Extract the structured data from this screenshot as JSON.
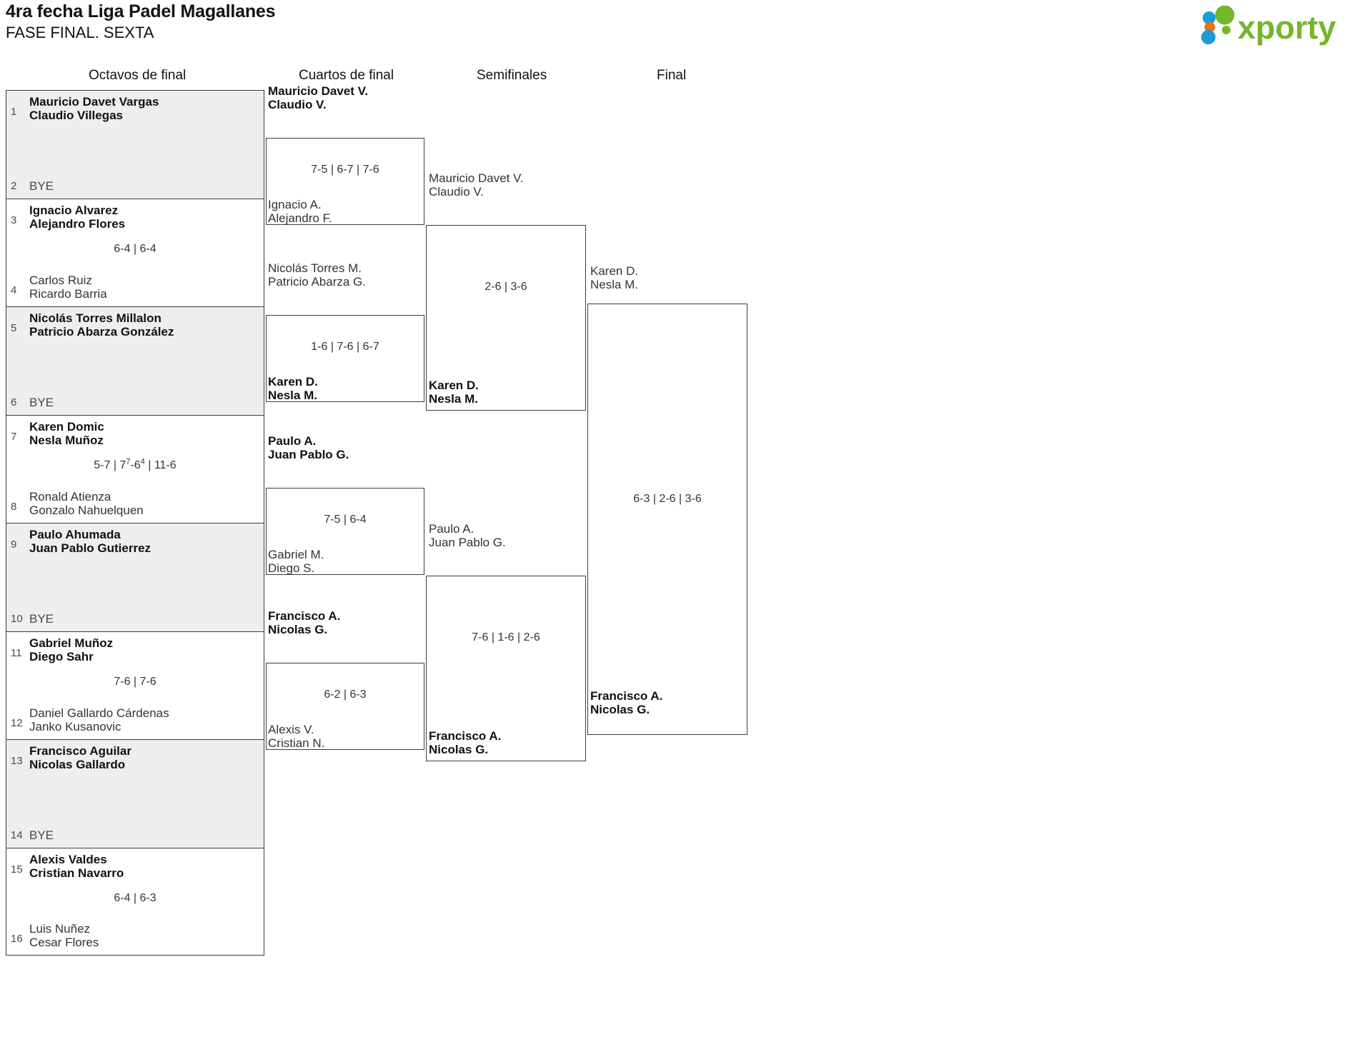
{
  "header": {
    "title": "4ra fecha Liga Padel Magallanes",
    "subtitle": "FASE FINAL. SEXTA",
    "logo_text": "xporty",
    "logo_colors": {
      "blue": "#1b9bd8",
      "orange": "#e87411",
      "green": "#73b72b"
    }
  },
  "rounds": [
    {
      "key": "r16",
      "label": "Octavos de final"
    },
    {
      "key": "qf",
      "label": "Cuartos de final"
    },
    {
      "key": "sf",
      "label": "Semifinales"
    },
    {
      "key": "f",
      "label": "Final"
    }
  ],
  "bracket": {
    "round_of_16": [
      {
        "seed_top": "1",
        "top_line1": "Mauricio Davet Vargas",
        "top_line2": "Claudio Villegas",
        "top_winner": true,
        "seed_bottom": "2",
        "bottom_line1": "BYE",
        "bottom_line2": "",
        "bottom_winner": false,
        "bye": true,
        "score": ""
      },
      {
        "seed_top": "3",
        "top_line1": "Ignacio Alvarez",
        "top_line2": "Alejandro Flores",
        "top_winner": true,
        "seed_bottom": "4",
        "bottom_line1": "Carlos Ruiz",
        "bottom_line2": "Ricardo Barria",
        "bottom_winner": false,
        "bye": false,
        "score": "6-4 | 6-4"
      },
      {
        "seed_top": "5",
        "top_line1": "Nicolás Torres Millalon",
        "top_line2": "Patricio Abarza González",
        "top_winner": true,
        "seed_bottom": "6",
        "bottom_line1": "BYE",
        "bottom_line2": "",
        "bottom_winner": false,
        "bye": true,
        "score": ""
      },
      {
        "seed_top": "7",
        "top_line1": "Karen Domic",
        "top_line2": "Nesla Muñoz",
        "top_winner": true,
        "seed_bottom": "8",
        "bottom_line1": "Ronald Atienza",
        "bottom_line2": "Gonzalo Nahuelquen",
        "bottom_winner": false,
        "bye": false,
        "score_html": "5-7 | 7<sup>7</sup>-6<sup>4</sup> | 11-6"
      },
      {
        "seed_top": "9",
        "top_line1": "Paulo Ahumada",
        "top_line2": "Juan Pablo Gutierrez",
        "top_winner": true,
        "seed_bottom": "10",
        "bottom_line1": "BYE",
        "bottom_line2": "",
        "bottom_winner": false,
        "bye": true,
        "score": ""
      },
      {
        "seed_top": "11",
        "top_line1": "Gabriel Muñoz",
        "top_line2": "Diego Sahr",
        "top_winner": true,
        "seed_bottom": "12",
        "bottom_line1": "Daniel Gallardo Cárdenas",
        "bottom_line2": "Janko Kusanovic",
        "bottom_winner": false,
        "bye": false,
        "score": "7-6 | 7-6"
      },
      {
        "seed_top": "13",
        "top_line1": "Francisco Aguilar",
        "top_line2": "Nicolas Gallardo",
        "top_winner": true,
        "seed_bottom": "14",
        "bottom_line1": "BYE",
        "bottom_line2": "",
        "bottom_winner": false,
        "bye": true,
        "score": ""
      },
      {
        "seed_top": "15",
        "top_line1": "Alexis Valdes",
        "top_line2": "Cristian Navarro",
        "top_winner": true,
        "seed_bottom": "16",
        "bottom_line1": "Luis Nuñez",
        "bottom_line2": "Cesar Flores",
        "bottom_winner": false,
        "bye": false,
        "score": "6-4 | 6-3"
      }
    ],
    "quarterfinals": [
      {
        "top_line1": "Mauricio Davet V.",
        "top_line2": "Claudio V.",
        "top_winner": true,
        "bottom_line1": "Ignacio A.",
        "bottom_line2": "Alejandro F.",
        "bottom_winner": false,
        "score": "7-5 | 6-7 | 7-6"
      },
      {
        "top_line1": "Nicolás Torres M.",
        "top_line2": "Patricio Abarza G.",
        "top_winner": false,
        "bottom_line1": "Karen D.",
        "bottom_line2": "Nesla M.",
        "bottom_winner": true,
        "score": "1-6 | 7-6 | 6-7"
      },
      {
        "top_line1": "Paulo A.",
        "top_line2": "Juan Pablo G.",
        "top_winner": true,
        "bottom_line1": "Gabriel M.",
        "bottom_line2": "Diego S.",
        "bottom_winner": false,
        "score": "7-5 | 6-4"
      },
      {
        "top_line1": "Francisco A.",
        "top_line2": "Nicolas G.",
        "top_winner": true,
        "bottom_line1": "Alexis V.",
        "bottom_line2": "Cristian N.",
        "bottom_winner": false,
        "score": "6-2 | 6-3"
      }
    ],
    "semifinals": [
      {
        "top_line1": "Mauricio Davet V.",
        "top_line2": "Claudio V.",
        "top_winner": false,
        "bottom_line1": "Karen D.",
        "bottom_line2": "Nesla M.",
        "bottom_winner": true,
        "score": "2-6 | 3-6"
      },
      {
        "top_line1": "Paulo A.",
        "top_line2": "Juan Pablo G.",
        "top_winner": false,
        "bottom_line1": "Francisco A.",
        "bottom_line2": "Nicolas G.",
        "bottom_winner": true,
        "score": "7-6 | 1-6 | 2-6"
      }
    ],
    "final": {
      "top_line1": "Karen D.",
      "top_line2": "Nesla M.",
      "top_winner": false,
      "bottom_line1": "Francisco A.",
      "bottom_line2": "Nicolas G.",
      "bottom_winner": true,
      "score": "6-3 | 2-6 | 3-6"
    }
  }
}
